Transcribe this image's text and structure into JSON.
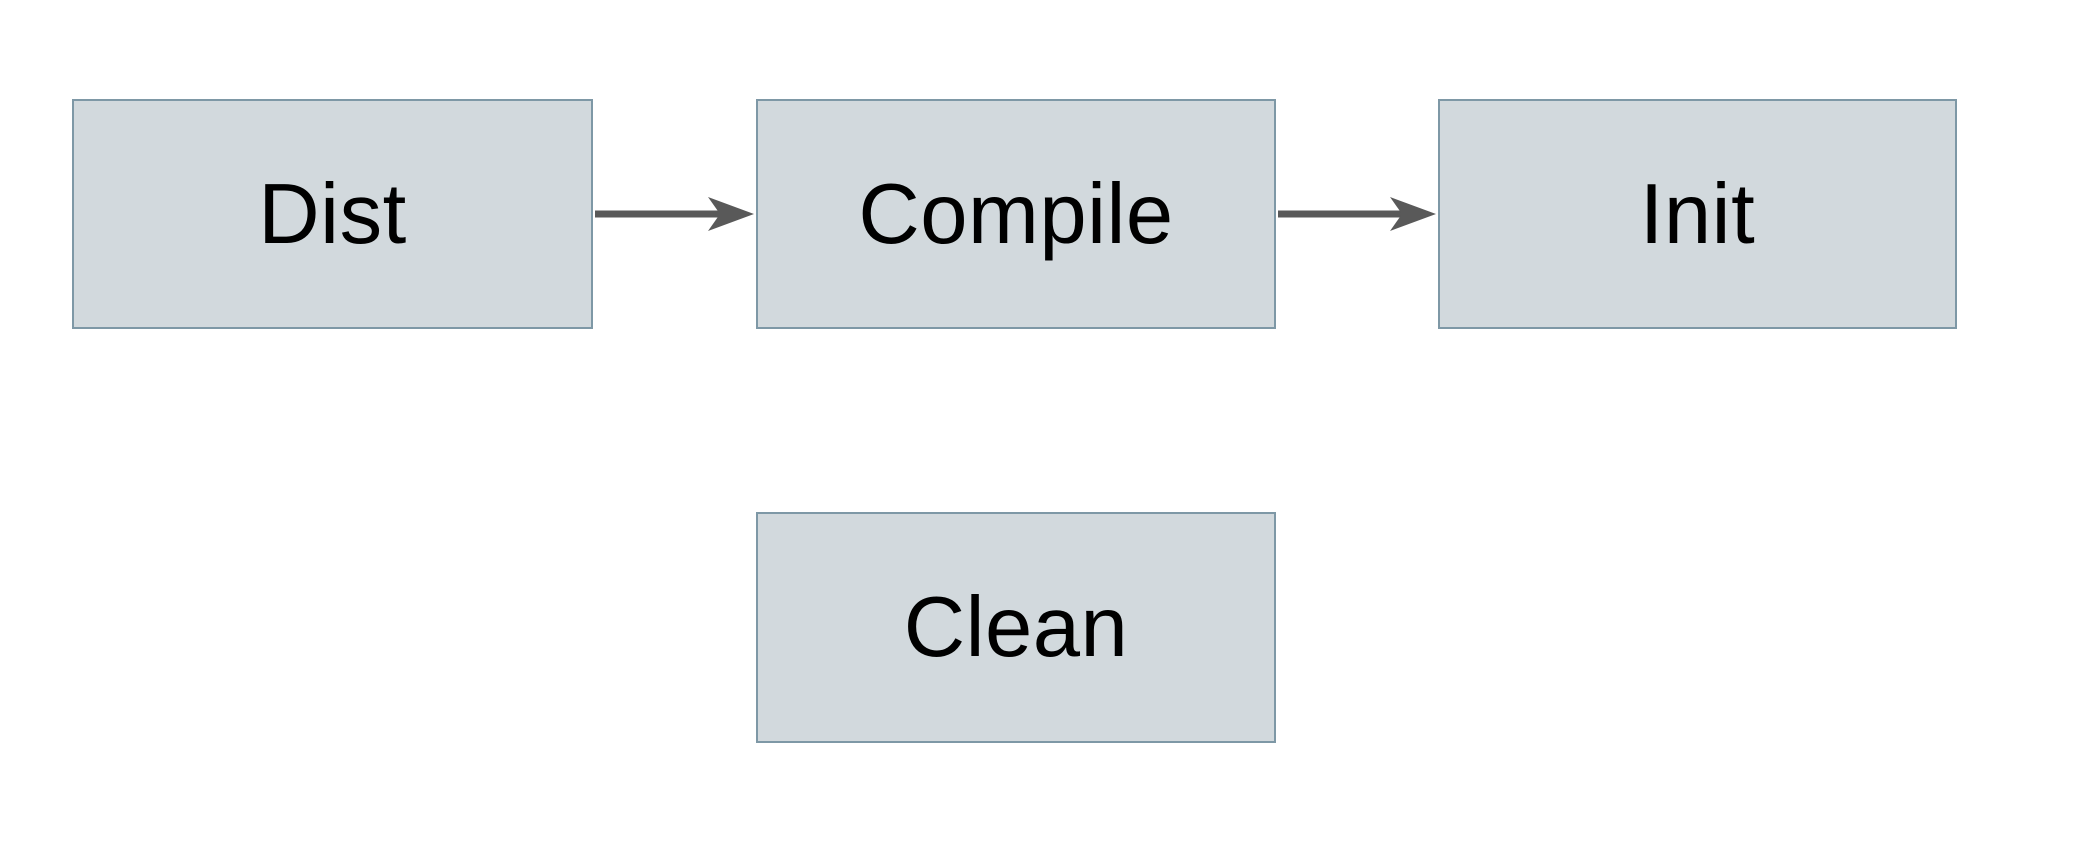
{
  "diagram": {
    "nodes": [
      {
        "id": "dist",
        "label": "Dist"
      },
      {
        "id": "compile",
        "label": "Compile"
      },
      {
        "id": "init",
        "label": "Init"
      },
      {
        "id": "clean",
        "label": "Clean"
      }
    ],
    "edges": [
      {
        "from": "Dist",
        "to": "Compile",
        "style": "solid-arrow"
      },
      {
        "from": "Compile",
        "to": "Init",
        "style": "solid-arrow"
      }
    ],
    "colors": {
      "background": "#ffffff",
      "node_fill": "#d2d9dd",
      "node_border": "#7e98a6",
      "arrow": "#595959",
      "text": "#000000"
    }
  }
}
